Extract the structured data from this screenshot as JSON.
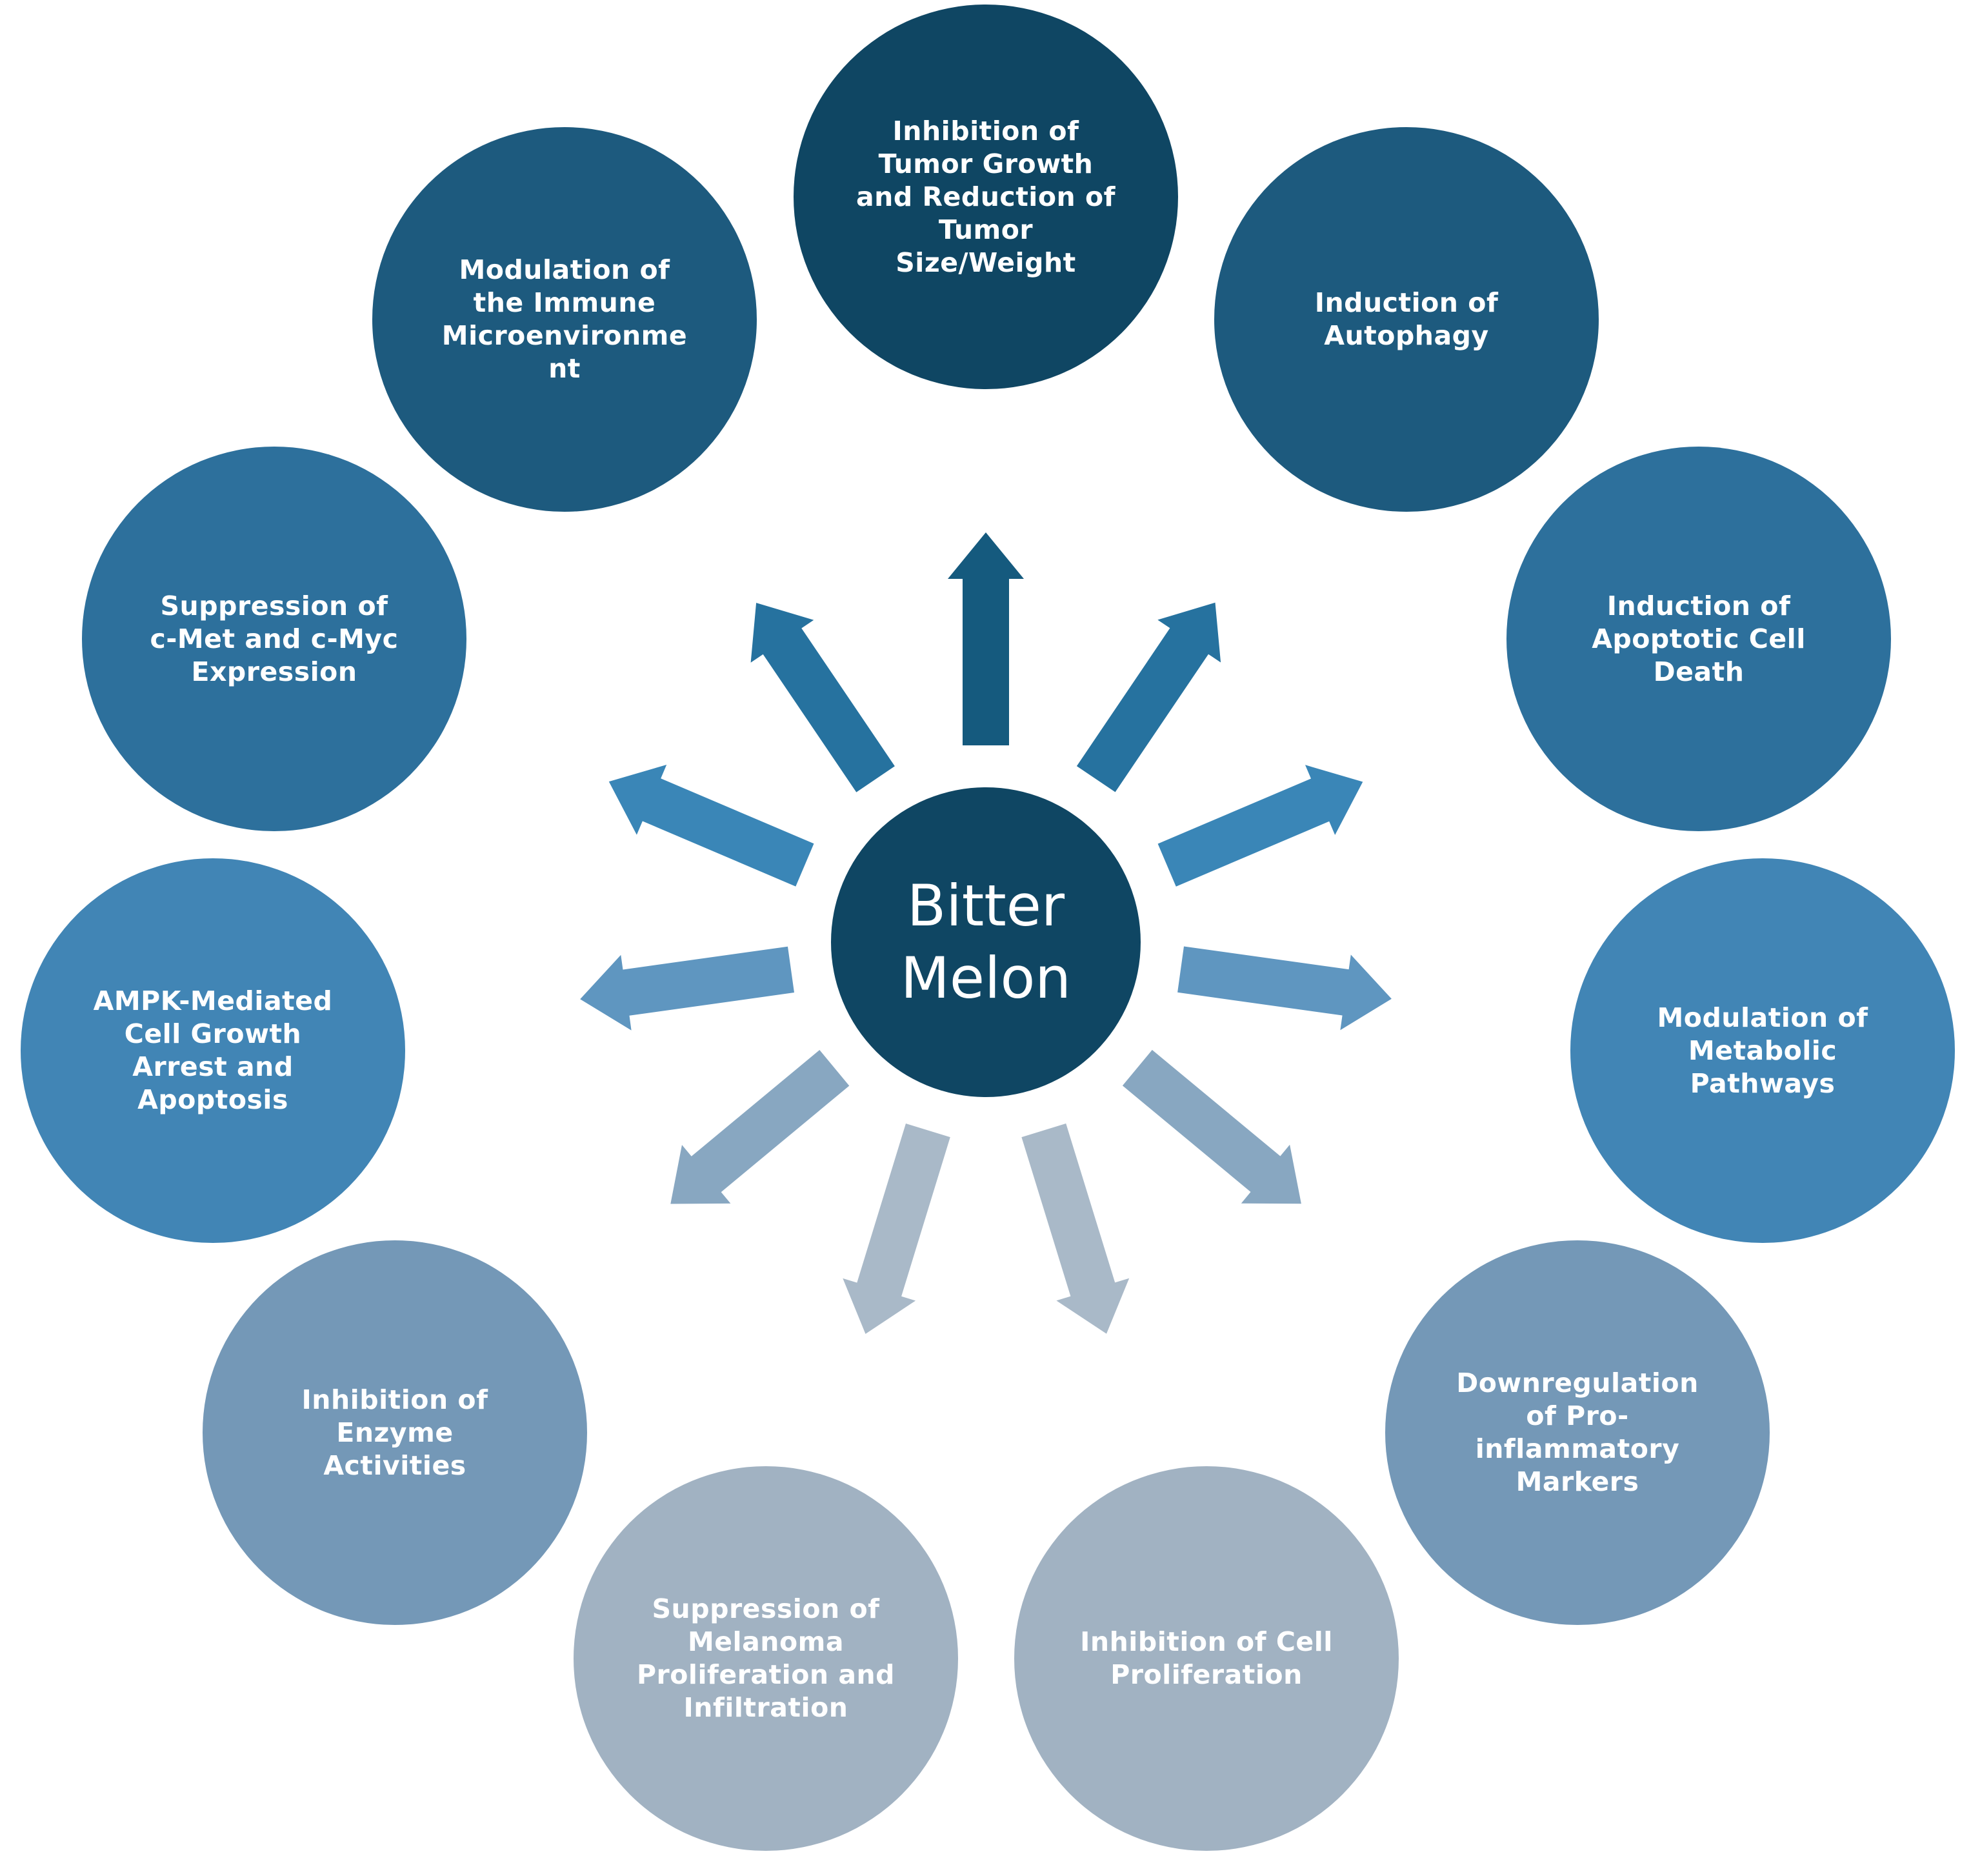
{
  "center": {
    "label": "Bitter Melon",
    "color": "#0f4663"
  },
  "nodes": [
    {
      "label": "Inhibition of Tumor Growth and Reduction of Tumor Size/Weight",
      "color": "#0f4663"
    },
    {
      "label": "Induction of Autophagy",
      "color": "#1d5a7e"
    },
    {
      "label": "Induction of Apoptotic Cell Death",
      "color": "#2d709c"
    },
    {
      "label": "Modulation of Metabolic Pathways",
      "color": "#4185b5"
    },
    {
      "label": "Downregulation of Pro-inflammatory Markers",
      "color": "#7498b7"
    },
    {
      "label": "Inhibition of Cell Proliferation",
      "color": "#a1b2c2"
    },
    {
      "label": "Suppression of Melanoma Proliferation and Infiltration",
      "color": "#a1b2c2"
    },
    {
      "label": "Inhibition of Enzyme Activities",
      "color": "#7498b7"
    },
    {
      "label": "AMPK-Mediated Cell Growth Arrest and Apoptosis",
      "color": "#4185b5"
    },
    {
      "label": "Suppression of c-Met and c-Myc Expression",
      "color": "#2d709c"
    },
    {
      "label": "Modulation of the Immune Microenvironment",
      "color": "#1d5a7e"
    }
  ],
  "arrows": [
    {
      "color": "#155a7e"
    },
    {
      "color": "#26729f"
    },
    {
      "color": "#3a86b7"
    },
    {
      "color": "#5f96c0"
    },
    {
      "color": "#88a7c1"
    },
    {
      "color": "#a9b9c8"
    },
    {
      "color": "#a9b9c8"
    },
    {
      "color": "#88a7c1"
    },
    {
      "color": "#5f96c0"
    },
    {
      "color": "#3a86b7"
    },
    {
      "color": "#26729f"
    }
  ]
}
